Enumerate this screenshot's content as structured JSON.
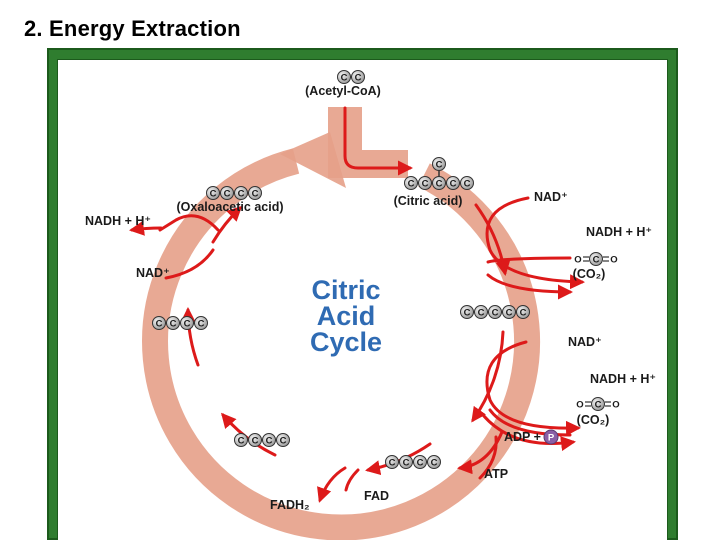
{
  "title": "2.   Energy Extraction",
  "cycle_title": [
    "Citric",
    "Acid",
    "Cycle"
  ],
  "atom_symbol": "C",
  "oxygen_symbol": "O",
  "phosphate_symbol": "P",
  "molecules": {
    "acetyl_coa": "(Acetyl-CoA)",
    "citric_acid": "(Citric acid)",
    "oxaloacetic_acid": "(Oxaloacetic acid)",
    "co2_1": "(CO₂)",
    "co2_2": "(CO₂)"
  },
  "labels": {
    "nad_plus_1": "NAD⁺",
    "nadh_1": "NADH + H⁺",
    "nad_plus_2": "NAD⁺",
    "nadh_2": "NADH + H⁺",
    "adp": "ADP +",
    "atp": "ATP",
    "fad": "FAD",
    "fadh2": "FADH₂",
    "nad_plus_3": "NAD⁺",
    "nadh_3": "NADH + H⁺"
  },
  "colors": {
    "frame": "#2f7d2f",
    "ring": "#e5a088",
    "arrow": "#dd1a1a",
    "title_text": "#2f6bb3",
    "atom_fill": "#b9b9b9",
    "phosphate": "#8a5fa6"
  }
}
